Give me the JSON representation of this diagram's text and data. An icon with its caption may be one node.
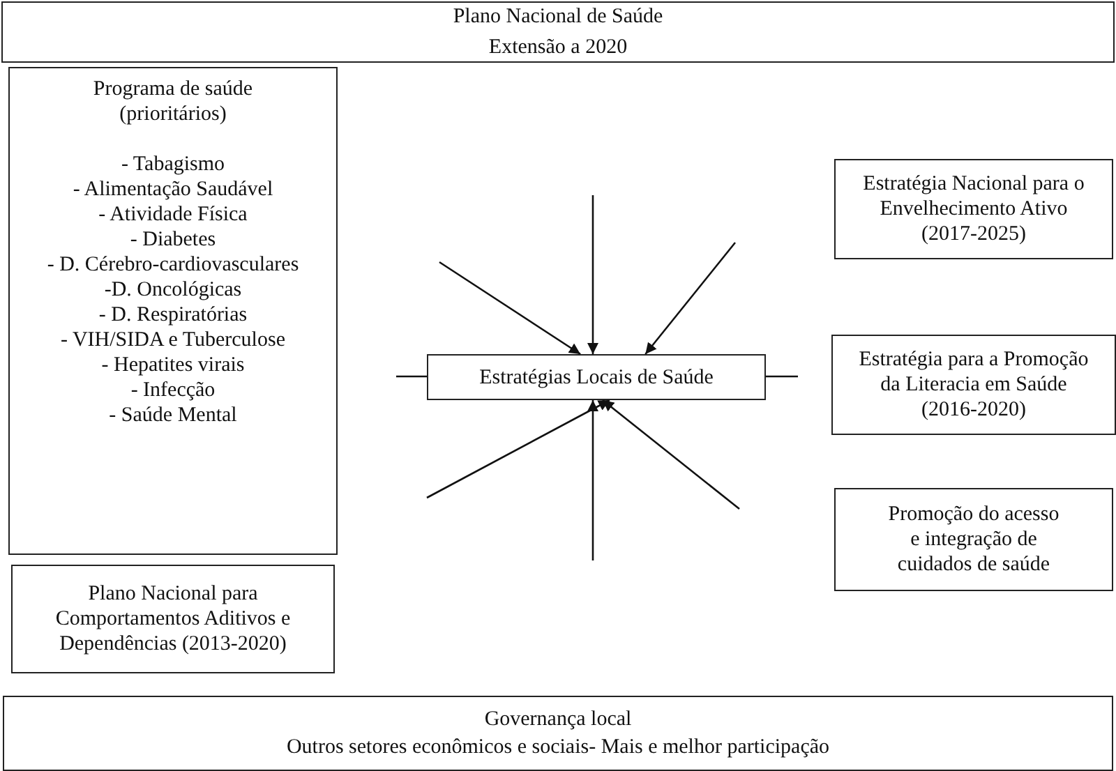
{
  "diagram": {
    "nodes": [
      {
        "text": [
          "Plano Nacional de Saúde",
          "Extensão a 2020"
        ]
      },
      {
        "text": [
          "Programa de saúde (prioritários)",
          "- Tabagismo",
          "- Alimentação Saudável",
          "- Atividade Física",
          "- Diabetes",
          "- D. Cérebro-cardiovasculares",
          "-D. Oncológicas",
          "- D. Respiratórias",
          "- VIH/SIDA e Tuberculose",
          "- Hepatites virais",
          "- Infecção",
          "- Saúde Mental"
        ]
      },
      {
        "text": [
          "Estratégia Nacional para o Envelhecimento Ativo (2017-2025)"
        ]
      },
      {
        "text": [
          "Estratégias Locais de Saúde"
        ]
      },
      {
        "text": [
          "Estratégia para a Promoção da Literacia em Saúde (2016-2020)"
        ]
      },
      {
        "text": [
          "Plano Nacional para Comportamentos Aditivos e Dependências (2013-2020)"
        ]
      },
      {
        "text": [
          "Promoção do acesso e integração de cuidados de saúde"
        ]
      },
      {
        "text": [
          "Governança local",
          "Outros setores econômicos e sociais- Mais e melhor participação"
        ]
      }
    ],
    "edges": [
      {
        "from": null,
        "to": 3,
        "arrow": "to"
      },
      {
        "from": null,
        "to": 3,
        "arrow": "to"
      },
      {
        "from": null,
        "to": 3,
        "arrow": "to"
      },
      {
        "from": 3,
        "to": null,
        "arrow": "none"
      },
      {
        "from": 3,
        "to": null,
        "arrow": "none"
      },
      {
        "from": null,
        "to": 3,
        "arrow": "to"
      },
      {
        "from": null,
        "to": 3,
        "arrow": "to"
      },
      {
        "from": null,
        "to": 3,
        "arrow": "to"
      }
    ]
  }
}
